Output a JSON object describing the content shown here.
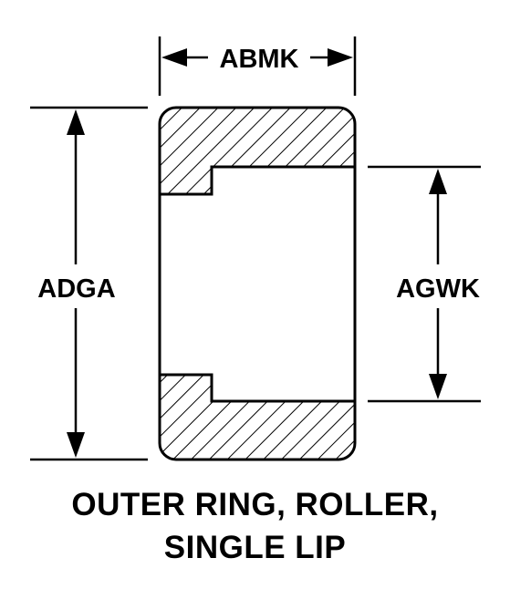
{
  "dimensions": {
    "width_label": "ABMK",
    "outer_diameter_label": "ADGA",
    "inner_diameter_label": "AGWK"
  },
  "caption": {
    "line1": "OUTER RING, ROLLER,",
    "line2": "SINGLE LIP"
  },
  "colors": {
    "ink": "#000000",
    "background": "#ffffff"
  }
}
